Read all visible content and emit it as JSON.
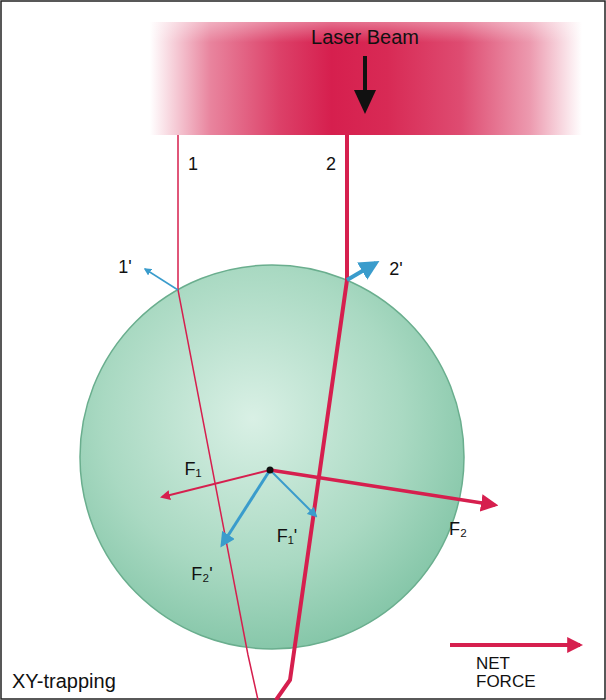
{
  "diagram": {
    "nodes": [
      {
        "text": [
          "Laser Beam"
        ]
      }
    ],
    "labels": [
      "1",
      "2",
      "1'",
      "2'",
      "F₁",
      "F₁'",
      "F₂",
      "F₂'",
      "XY-trapping",
      "NET FORCE"
    ]
  }
}
